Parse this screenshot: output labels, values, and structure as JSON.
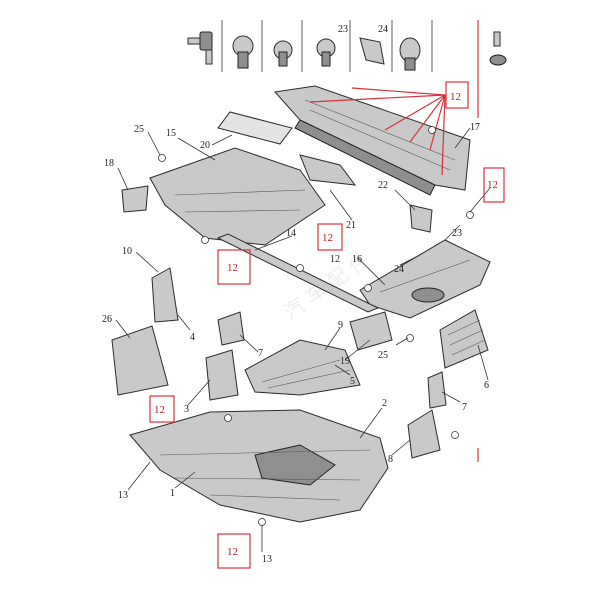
{
  "fastener_labels": [
    "23",
    "24"
  ],
  "callout_value": "12",
  "part_numbers": {
    "p1": "1",
    "p2": "2",
    "p3": "3",
    "p4": "4",
    "p5": "5",
    "p6": "6",
    "p7a": "7",
    "p7b": "7",
    "p8": "8",
    "p9": "9",
    "p10": "10",
    "p12": "12",
    "p13": "13",
    "p14": "14",
    "p15": "15",
    "p16": "16",
    "p17": "17",
    "p18": "18",
    "p19": "19",
    "p20": "20",
    "p21": "21",
    "p22": "22",
    "p23": "23",
    "p24": "24",
    "p25a": "25",
    "p25b": "25",
    "p26": "26"
  },
  "colors": {
    "callout": "#d8323c",
    "line": "#2b2b2b",
    "part_fill": "#c9c9c9"
  }
}
